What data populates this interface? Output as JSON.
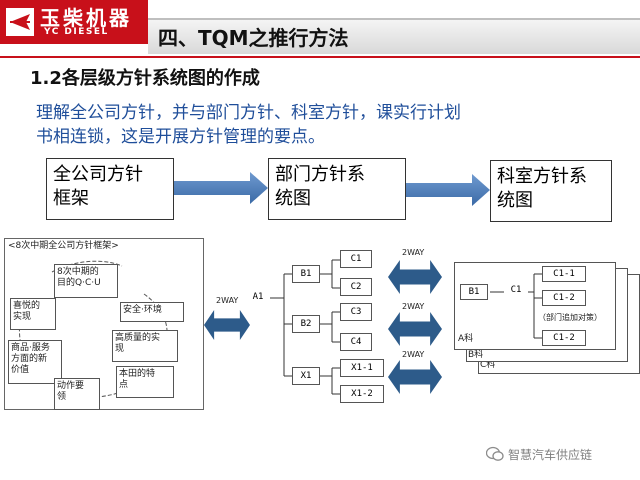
{
  "logo": {
    "cn": "玉柴机器",
    "en": "YC DIESEL"
  },
  "header": {
    "title": "四、TQM之推行方法"
  },
  "section": {
    "subtitle": "1.2各层级方针系统图的作成"
  },
  "paragraph": {
    "line1": "理解全公司方针，并与部门方针、科室方针，课实行计划",
    "line2": "书相连锁，这是开展方针管理的要点。"
  },
  "flow": {
    "box1": {
      "line1": "全公司方针",
      "line2": "框架"
    },
    "box2": {
      "line1": "部门方针系",
      "line2": "统图"
    },
    "box3": {
      "line1": "科室方针系",
      "line2": "统图"
    }
  },
  "framework": {
    "title": "<8次中期全公司方针框架>",
    "center": {
      "line1": "8次中期的",
      "line2": "目的Q·C·U"
    },
    "joy": {
      "line1": "喜悦的",
      "line2": "实现"
    },
    "safety": "安全·环境",
    "quality": {
      "line1": "高质量的实",
      "line2": "现"
    },
    "product": {
      "line1": "商品·服务",
      "line2": "方面的新",
      "line3": "价值"
    },
    "action": {
      "line1": "动作要",
      "line2": "领"
    },
    "honda": {
      "line1": "本田的特",
      "line2": "点"
    }
  },
  "tree": {
    "way": "2WAY",
    "a1": "A1",
    "b1": "B1",
    "b2": "B2",
    "x1": "X1",
    "c1": "C1",
    "c2": "C2",
    "c3": "C3",
    "c4": "C4",
    "x1_1": "X1-1",
    "x1_2": "X1-2"
  },
  "dept": {
    "b1": "B1",
    "c1": "C1",
    "c1_1": "C1-1",
    "c1_2": "C1-2",
    "c1_2b": "C1-2",
    "note": "（部门追加对策）",
    "a": "A科",
    "b": "B科",
    "c": "C科"
  },
  "watermark": "智慧汽车供应链",
  "colors": {
    "brand": "#c8101a",
    "arrow": "#4f81bd",
    "text_blue": "#1f4e9a",
    "connector": "#2d5b8a"
  }
}
